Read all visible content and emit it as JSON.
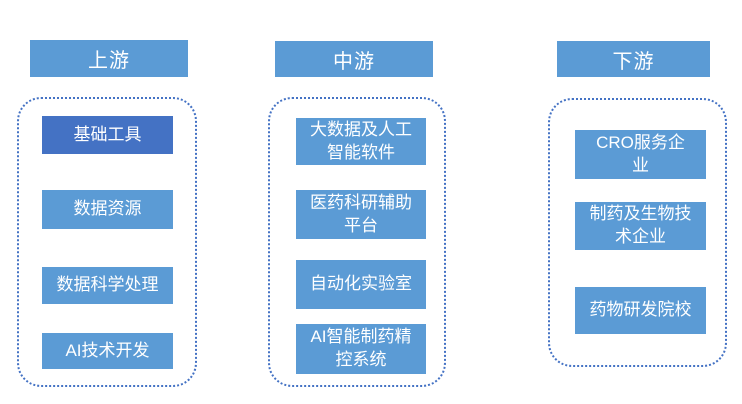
{
  "diagram": {
    "type": "industry-chain",
    "colors": {
      "header_bg": "#5B9BD5",
      "item_bg": "#5B9BD5",
      "highlight_item_bg": "#4472C4",
      "group_outline": "#4472C4",
      "text": "#FFFFFF",
      "background": "#FFFFFF"
    },
    "columns": [
      {
        "id": "upstream",
        "header": "上游",
        "items": [
          {
            "label": "基础工具",
            "highlighted": true
          },
          {
            "label": "数据资源",
            "highlighted": false
          },
          {
            "label": "数据科学处理",
            "highlighted": false
          },
          {
            "label": "AI技术开发",
            "highlighted": false
          }
        ]
      },
      {
        "id": "midstream",
        "header": "中游",
        "items": [
          {
            "label": "大数据及人工\n智能软件",
            "highlighted": false
          },
          {
            "label": "医药科研辅助\n平台",
            "highlighted": false
          },
          {
            "label": "自动化实验室",
            "highlighted": false
          },
          {
            "label": "AI智能制药精\n控系统",
            "highlighted": false
          }
        ]
      },
      {
        "id": "downstream",
        "header": "下游",
        "items": [
          {
            "label": "CRO服务企\n业",
            "highlighted": false
          },
          {
            "label": "制药及生物技\n术企业",
            "highlighted": false
          },
          {
            "label": "药物研发院校",
            "highlighted": false
          }
        ]
      }
    ]
  }
}
